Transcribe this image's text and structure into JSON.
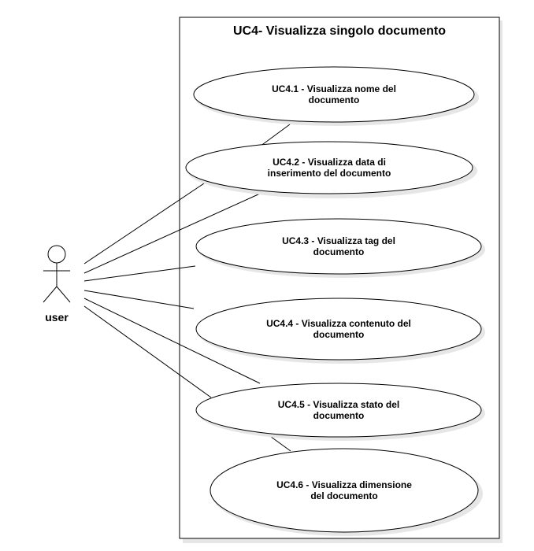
{
  "system": {
    "title": "UC4- Visualizza singolo documento"
  },
  "actor": {
    "label": "user"
  },
  "use_cases": [
    {
      "id": "UC4.1",
      "label": "UC4.1 - Visualizza nome del\ndocumento"
    },
    {
      "id": "UC4.2",
      "label": "UC4.2 - Visualizza data di\ninserimento del documento"
    },
    {
      "id": "UC4.3",
      "label": "UC4.3 - Visualizza tag del\ndocumento"
    },
    {
      "id": "UC4.4",
      "label": "UC4.4 - Visualizza contenuto del\ndocumento"
    },
    {
      "id": "UC4.5",
      "label": "UC4.5 - Visualizza stato del\ndocumento"
    },
    {
      "id": "UC4.6",
      "label": "UC4.6 - Visualizza dimensione\ndel documento"
    }
  ],
  "colors": {
    "stroke": "#000000",
    "fill": "#ffffff",
    "shadow": "#d9d9d9"
  }
}
